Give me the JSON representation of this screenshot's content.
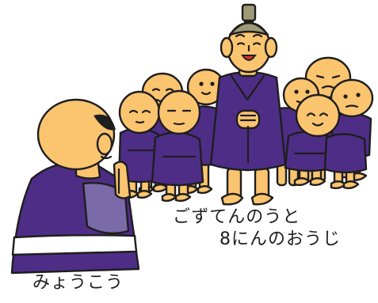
{
  "captions": {
    "group_line1": "ごずてんのうと",
    "group_line2": "8にんのおうじ",
    "seated_name": "みょうこう"
  },
  "palette": {
    "skin": "#fbc46f",
    "robe": "#4e2d87",
    "robe_light": "#7a6aa8",
    "outline": "#1e1e1e",
    "crown": "#9e9a75",
    "sash": "#ffffff"
  },
  "figures": [
    "standing-king",
    "child-left-back-1",
    "child-left-back-2",
    "child-left-front-1",
    "child-left-front-2",
    "child-right-back-1",
    "child-right-back-2",
    "child-right-front-1",
    "child-right-front-2",
    "seated-person"
  ]
}
